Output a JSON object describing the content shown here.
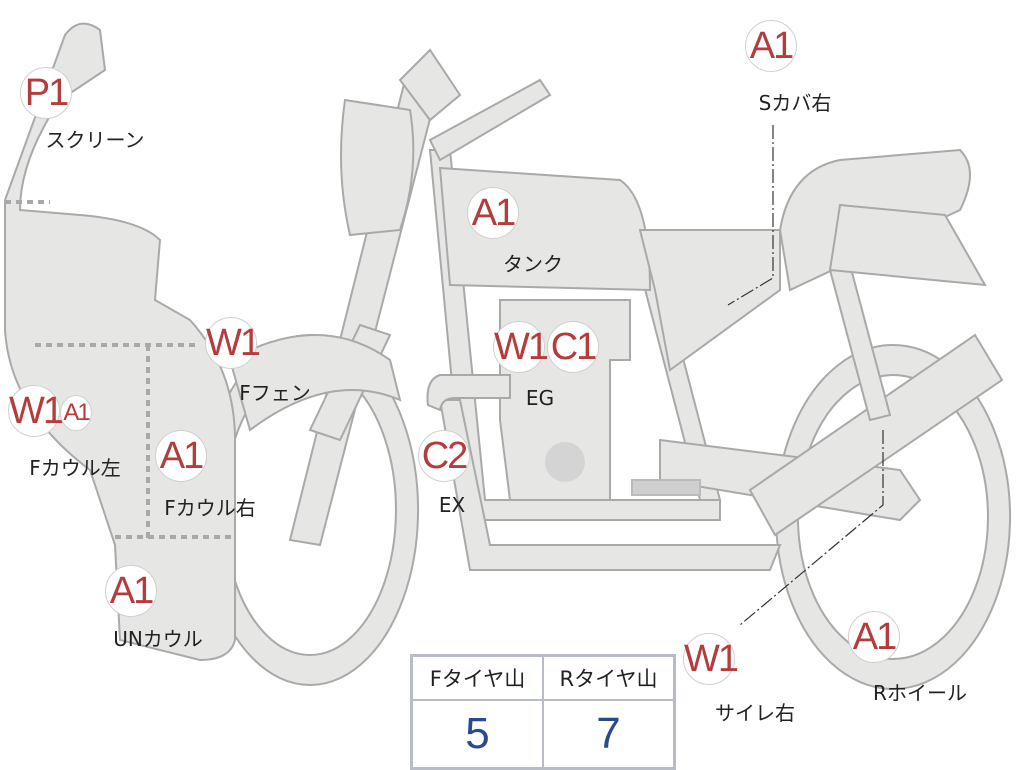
{
  "parts": {
    "screen": {
      "codes": [
        "P1"
      ],
      "label": "スクリーン"
    },
    "seat_cover_right": {
      "codes": [
        "A1"
      ],
      "label": "Sカバ右"
    },
    "tank": {
      "codes": [
        "A1"
      ],
      "label": "タンク"
    },
    "front_fender": {
      "codes": [
        "W1"
      ],
      "label": "Fフェン"
    },
    "engine": {
      "codes": [
        "W1",
        "C1"
      ],
      "label": "EG"
    },
    "front_cowl_left": {
      "codes": [
        "W1",
        "A1"
      ],
      "label": "Fカウル左"
    },
    "front_cowl_right": {
      "codes": [
        "A1"
      ],
      "label": "Fカウル右"
    },
    "exhaust": {
      "codes": [
        "C2"
      ],
      "label": "EX"
    },
    "under_cowl": {
      "codes": [
        "A1"
      ],
      "label": "UNカウル"
    },
    "silencer_right": {
      "codes": [
        "W1"
      ],
      "label": "サイレ右"
    },
    "rear_wheel": {
      "codes": [
        "A1"
      ],
      "label": "Rホイール"
    }
  },
  "tires": {
    "headers": [
      "Fタイヤ山",
      "Rタイヤ山"
    ],
    "values": [
      "5",
      "7"
    ]
  },
  "colors": {
    "code": "#b53c3c",
    "body": "#e6e6e4",
    "outline": "#a9a9a9",
    "tire_value": "#2a4a8f"
  }
}
